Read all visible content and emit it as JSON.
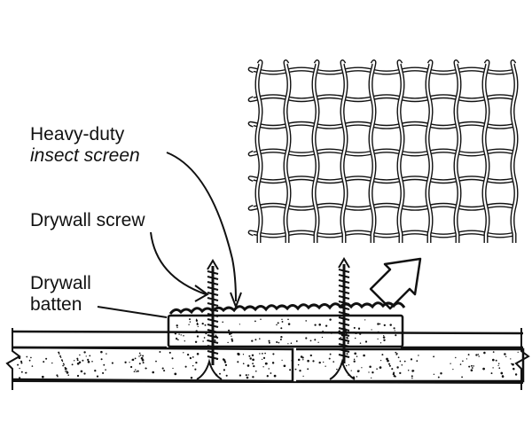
{
  "labels": {
    "screen_line1": "Heavy-duty",
    "screen_line2": "insect screen",
    "screw": "Drywall screw",
    "batten_line1": "Drywall",
    "batten_line2": "batten"
  },
  "colors": {
    "ink": "#111111",
    "paper": "#ffffff"
  },
  "icons": {
    "arrow": "up-right-arrow-icon",
    "break": "break-line-icon"
  }
}
